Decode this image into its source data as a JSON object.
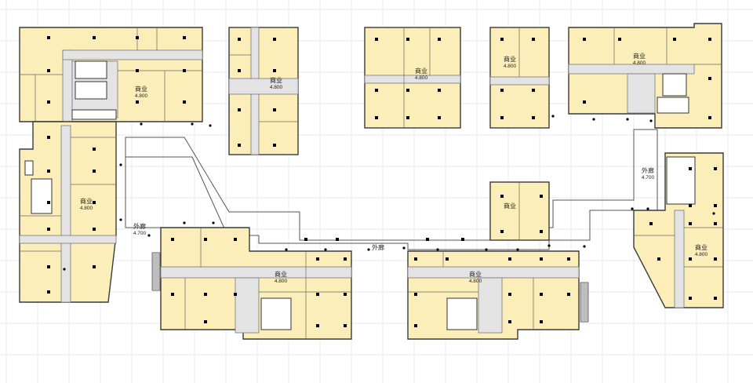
{
  "labels": {
    "shop": "商业",
    "shop_level": "4.800",
    "gallery": "外廊",
    "gallery_level": "4.700",
    "shop_center": "商业"
  }
}
